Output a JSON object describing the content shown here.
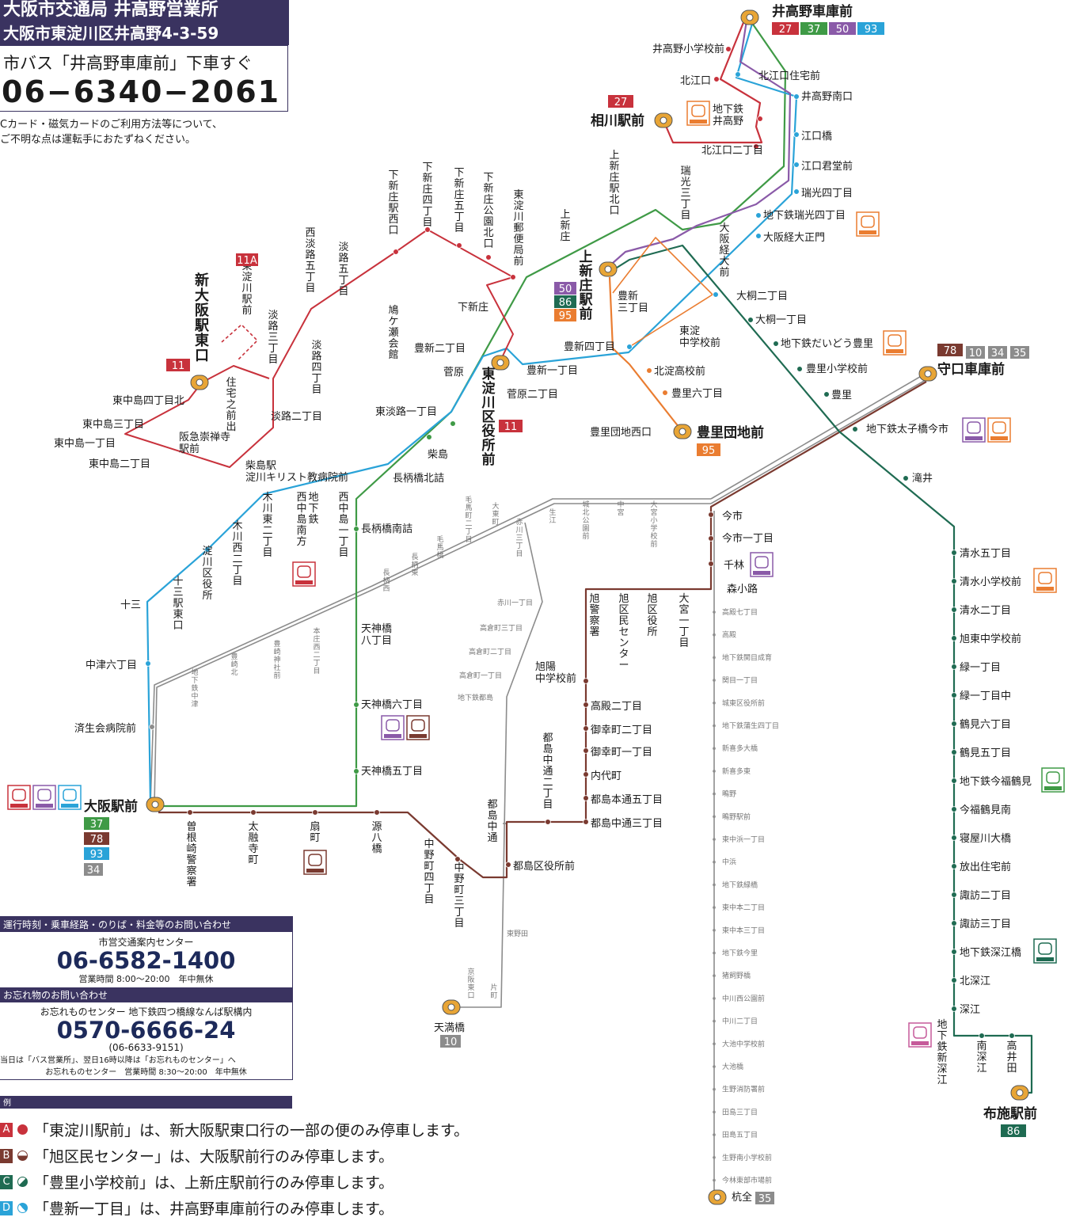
{
  "header": {
    "title_line1": "大阪市交通局 井高野営業所",
    "title_line2": "大阪市東淀川区井高野4-3-59",
    "access": "市バス「井高野車庫前」下車すぐ",
    "phone": "06−6340−2061",
    "note_line1": "Cカード・磁気カードのご利用方法等について、",
    "note_line2": "ご不明な点は運転手におたずねください。"
  },
  "colors": {
    "route_27": "#c8323c",
    "route_37": "#3f9a46",
    "route_50": "#8a5aa8",
    "route_93": "#2aa3d8",
    "route_86": "#1f6b52",
    "route_95": "#ea7d31",
    "route_78": "#7a3a30",
    "route_gray": "#8c8c8c",
    "route_11": "#c8323c",
    "header_bg": "#3a3360"
  },
  "terminals": {
    "ikaino": {
      "name": "井高野車庫前",
      "routes": [
        "27",
        "37",
        "50",
        "93"
      ]
    },
    "aikawa": {
      "name": "相川駅前",
      "routes": [
        "27"
      ]
    },
    "kamishinjo": {
      "name": "上新庄駅前",
      "routes": [
        "50",
        "86",
        "95"
      ]
    },
    "higashiyodogawa": {
      "name": "東淀川区役所前",
      "routes": [
        "11"
      ]
    },
    "shinosaka": {
      "name": "新大阪駅東口",
      "routes": [
        "11"
      ]
    },
    "toyosato": {
      "name": "豊里団地前",
      "routes": [
        "95"
      ]
    },
    "moriguchi": {
      "name": "守口車庫前",
      "routes": [
        "78",
        "10",
        "34",
        "35"
      ]
    },
    "osaka": {
      "name": "大阪駅前",
      "routes": [
        "37",
        "78",
        "93",
        "34"
      ]
    },
    "tenmabashi": {
      "name": "天満橋",
      "routes": [
        "10"
      ]
    },
    "fuse": {
      "name": "布施駅前",
      "routes": [
        "86"
      ]
    },
    "kumata": {
      "name": "杭全",
      "routes": [
        "35"
      ]
    }
  },
  "stops": {
    "ikaino_sho": "井高野小学校前",
    "kitaeguchi": "北江口",
    "kitaeguchi_jutaku": "北江口住宅前",
    "ikaino_minami": "井高野南口",
    "subway_ikaino": "地下鉄\n井高野",
    "kitaeguchi2": "北江口二丁目",
    "eguchibashi": "江口橋",
    "eguchikundo": "江口君堂前",
    "zuiko4": "瑞光四丁目",
    "subway_zuiko4": "地下鉄瑞光四丁目",
    "keidai_seimon": "大阪経大正門",
    "zuiko3": "瑞光三丁目",
    "keidai_mae": "大阪経大前",
    "daido2": "大桐二丁目",
    "daido1": "大桐一丁目",
    "subway_daido_toyosato": "地下鉄だいどう豊里",
    "toyosato_sho": "豊里小学校前",
    "toyosato": "豊里",
    "subway_taishibashi": "地下鉄太子橋今市",
    "takii": "滝井",
    "kamishinjo_kitaguchi": "上新庄駅北口",
    "kamishinjo_s": "上新庄",
    "toyoshin3": "豊新\n三丁目",
    "higashiyodo_chu": "東淀\n中学校前",
    "toyoshin4": "豊新四丁目",
    "kitayodo_ko": "北淀高校前",
    "toyosato6": "豊里六丁目",
    "toyosato_danchi_nishi": "豊里団地西口",
    "shimoshinjo_nishi": "下新庄駅西口",
    "shimoshinjo4": "下新庄四丁目",
    "shimoshinjo5": "下新庄五丁目",
    "shimoshinjo_koen": "下新庄公園北口",
    "higashiyodo_yubin": "東淀川郵便局前",
    "shimoshinjo": "下新庄",
    "toyoshin2": "豊新二丁目",
    "toyoshin1": "豊新一丁目",
    "sugahara": "菅原",
    "sugahara2": "菅原二丁目",
    "hatoga_se": "鳩ケ瀬会館",
    "nishiawaji5": "西淡路五丁目",
    "awaji5": "淡路五丁目",
    "awaji4": "淡路四丁目",
    "awaji3": "淡路三丁目",
    "awaji2": "淡路二丁目",
    "higashiyodo_eki": "東淀川駅前",
    "jutaku": "住宅之前出",
    "higashinakajima4_kita": "東中島四丁目北",
    "higashinakajima3": "東中島三丁目",
    "higashinakajima1": "東中島一丁目",
    "higashinakajima2": "東中島二丁目",
    "hankyu_sojiji": "阪急崇禅寺\n駅前",
    "shibashima_eki": "柴島駅\n淀川キリスト教病院前",
    "higashiawaji1": "東淡路一丁目",
    "shibashima": "柴島",
    "nagarabashi_kita": "長柄橋北詰",
    "nagarabashi_minami": "長柄橋南詰",
    "nishinakajima1": "西中島一丁目",
    "subway_nishinakajima": "地下鉄\n西中島南方",
    "kisenhigashi2": "木川東二丁目",
    "kisennishi2": "木川西二丁目",
    "yodogawa_kuyakusho": "淀川区役所",
    "juso": "十三",
    "juso_eki": "十三駅東口",
    "nakatsu6": "中津六丁目",
    "saiseikai": "済生会病院前",
    "tenjinbashi8": "天神橋\n八丁目",
    "tenjinbashi6": "天神橋六丁目",
    "tenjinbashi5": "天神橋五丁目",
    "sonezaki": "曽根崎警察署",
    "taiyuji": "太融寺町",
    "ogimachi": "扇町",
    "genpachi": "源八橋",
    "nakanocho4": "中野町四丁目",
    "nakanocho3": "中野町三丁目",
    "miyakojima_kuyakusho": "都島区役所前",
    "miyakojima_dori": "都島中通",
    "miyakojima_naka2": "都島中通二丁目",
    "miyakojima_naka3": "都島中通三丁目",
    "miyakojima_hon5": "都島本通五丁目",
    "uchishiro": "内代町",
    "miyuki1": "御幸町一丁目",
    "miyuki2": "御幸町二丁目",
    "takadono2": "高殿二丁目",
    "kyoyo_chu": "旭陽\n中学校前",
    "asahi_keisatsu": "旭警察署",
    "asahi_center": "旭区民センター",
    "asahi_kuyakusho": "旭区役所",
    "omiya1": "大宮一丁目",
    "imaichi": "今市",
    "imaichi1": "今市一丁目",
    "sembayashi": "千林",
    "morishoji": "森小路",
    "shimizu5": "清水五丁目",
    "shimizu_sho": "清水小学校前",
    "shimizu2": "清水二丁目",
    "asahihigashi_chu": "旭東中学校前",
    "midori1": "緑一丁目",
    "midori1_naka": "緑一丁目中",
    "tsurumi6": "鶴見六丁目",
    "tsurumi5": "鶴見五丁目",
    "subway_imafuku": "地下鉄今福鶴見",
    "imafuku_minami": "今福鶴見南",
    "neyagawa_ohashi": "寝屋川大橋",
    "hanade": "放出住宅前",
    "suwa2": "諏訪二丁目",
    "suwa3": "諏訪三丁目",
    "subway_fukae": "地下鉄深江橋",
    "kitafukae": "北深江",
    "fukae": "深江",
    "subway_shinfukae": "地下鉄新深江",
    "minamifukae": "南深江",
    "takaida": "高井田"
  },
  "gray_stops": {
    "kema2": "毛馬町二丁目",
    "ohigashi": "大東町",
    "akagawa3": "赤川三丁目",
    "ikue": "生江",
    "shirokita": "城北公園前",
    "nakamiya": "中宮",
    "omiya_sho": "大宮小学校前",
    "kema": "毛馬橋",
    "nagaraHigashi": "長柄東",
    "nagara_nishi": "長柄西",
    "akagawa1": "赤川一丁目",
    "takakura3": "高倉町三丁目",
    "takakura2": "高倉町二丁目",
    "takakura1": "高倉町一丁目",
    "subway_miyakojima": "地下鉄都島",
    "honjo_nishi2": "本庄西二丁目",
    "toyosaki_jinja": "豊崎神社前",
    "toyosaki_kita": "豊崎北",
    "subway_nakatsu": "地下鉄中津",
    "higashinoda": "東野田",
    "keihan_higashi": "京阪東口",
    "katamachi": "片町",
    "gray_list": [
      "高殿七丁目",
      "高殿",
      "地下鉄関目成育",
      "関目一丁目",
      "城東区役所前",
      "地下鉄蒲生四丁目",
      "新喜多大橋",
      "新喜多東",
      "鴫野",
      "鴫野駅前",
      "東中浜一丁目",
      "中浜",
      "地下鉄緑橋",
      "東中本二丁目",
      "東中本三丁目",
      "地下鉄今里",
      "猪飼野橋",
      "中川西公園前",
      "中川二丁目",
      "大池中学校前",
      "大池橋",
      "生野消防署前",
      "田島三丁目",
      "田島五丁目",
      "生野南小学校前",
      "今林東部市場前"
    ]
  },
  "info": {
    "bar1": "運行時刻・乗車経路・のりば・料金等のお問い合わせ",
    "center1": "市営交通案内センター",
    "tel1": "06-6582-1400",
    "hours1": "営業時間 8:00〜20:00　年中無休",
    "bar2": "お忘れ物のお問い合わせ",
    "center2": "お忘れものセンター 地下鉄四つ橋線なんば駅構内",
    "tel2": "0570-6666-24",
    "tel2_sub": "(06-6633-9151)",
    "note2": "当日は「バス営業所」、翌日16時以降は「お忘れものセンター」へ",
    "hours2": "お忘れものセンター　営業時間 8:30〜20:00　年中無休"
  },
  "legend": {
    "bar": "例",
    "items": [
      {
        "key": "A",
        "color": "#c8323c",
        "text": "「東淀川駅前」は、新大阪駅東口行の一部の便のみ停車します。"
      },
      {
        "key": "B",
        "color": "#7a3a30",
        "text": "「旭区民センター」は、大阪駅前行のみ停車します。"
      },
      {
        "key": "C",
        "color": "#1f6b52",
        "text": "「豊里小学校前」は、上新庄駅前行のみ停車します。"
      },
      {
        "key": "D",
        "color": "#2aa3d8",
        "text": "「豊新一丁目」は、井高野車庫前行のみ停車します。"
      }
    ]
  },
  "subway_icons": {
    "imazato": "今里筋線",
    "midosuji": "御堂筋線",
    "tanimachi": "谷町線",
    "sakaisuji": "堺筋線",
    "yotsubashi": "四つ橋線",
    "chuo": "中央線",
    "nagahori": "長堀鶴見緑地線",
    "sennichimae": "千日前線"
  }
}
